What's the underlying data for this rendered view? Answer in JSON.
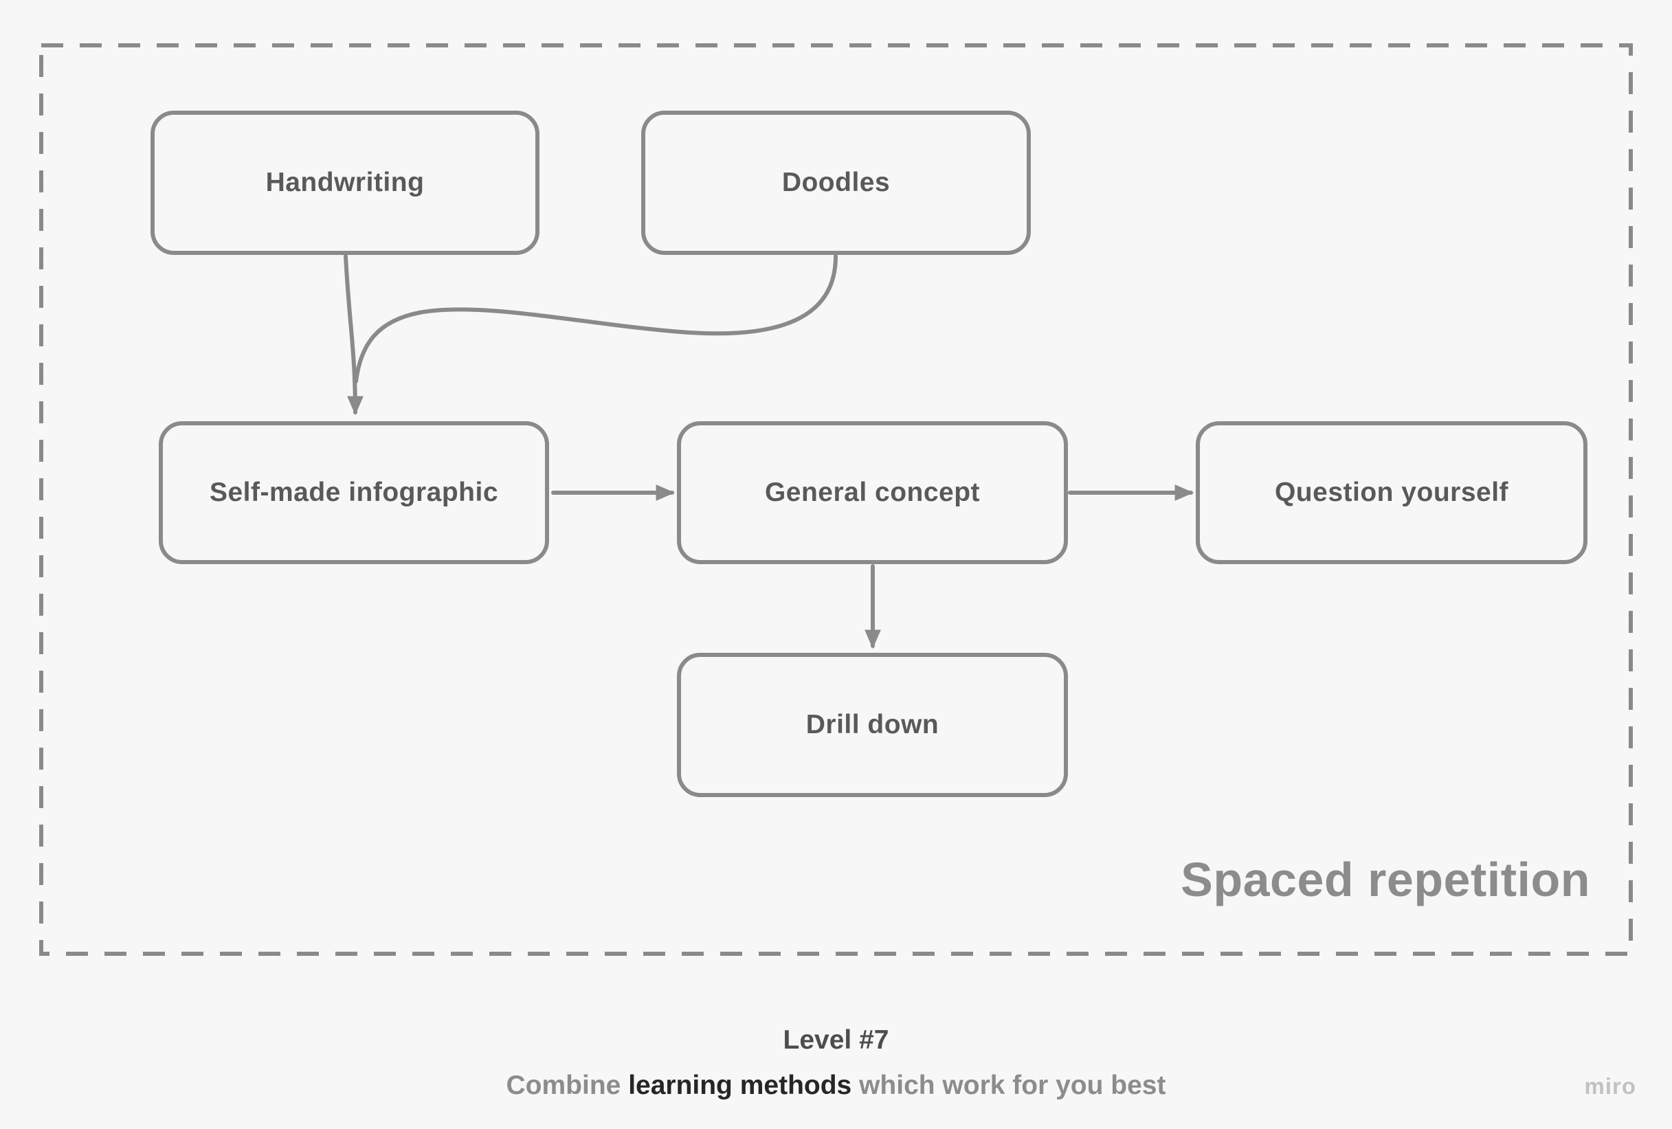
{
  "canvas": {
    "background": "#f7f7f7",
    "stroke_color": "#8a8a8a"
  },
  "diagram": {
    "frame_title": "Spaced repetition",
    "nodes": [
      {
        "id": "handwriting",
        "label": "Handwriting"
      },
      {
        "id": "doodles",
        "label": "Doodles"
      },
      {
        "id": "self-made-infographic",
        "label": "Self-made infographic"
      },
      {
        "id": "general-concept",
        "label": "General concept"
      },
      {
        "id": "question-yourself",
        "label": "Question yourself"
      },
      {
        "id": "drill-down",
        "label": "Drill down"
      }
    ],
    "edges": [
      {
        "from": "handwriting",
        "to": "self-made-infographic"
      },
      {
        "from": "doodles",
        "to": "self-made-infographic"
      },
      {
        "from": "self-made-infographic",
        "to": "general-concept"
      },
      {
        "from": "general-concept",
        "to": "question-yourself"
      },
      {
        "from": "general-concept",
        "to": "drill-down"
      }
    ]
  },
  "caption": {
    "line1": "Level #7",
    "line2_prefix": "Combine ",
    "line2_highlight": "learning methods",
    "line2_suffix": " which work for you best"
  },
  "watermark": "miro"
}
